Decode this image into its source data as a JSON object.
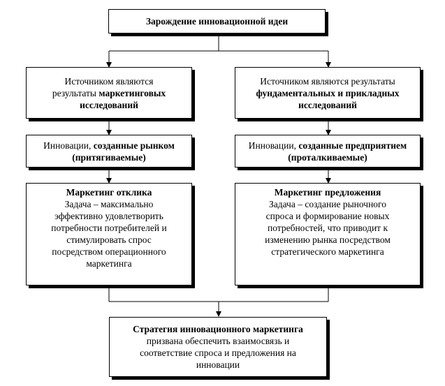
{
  "root": {
    "title": "Зарождение инновационной идеи"
  },
  "left": {
    "source": {
      "plain": "Источником являются",
      "pre": "результаты ",
      "bold": "маркетинговых исследований"
    },
    "innovation": {
      "pre": "Инновации, ",
      "bold": "созданные рынком (притягиваемые)"
    },
    "marketing": {
      "title": "Маркетинг отклика",
      "lines": [
        "Задача – максимально",
        "эффективно удовлетворить",
        "потребности потребителей и",
        "стимулировать спрос",
        "посредством операционного",
        "маркетинга"
      ]
    }
  },
  "right": {
    "source": {
      "plain": "Источником являются результаты",
      "bold": "фундаментальных и прикладных исследований"
    },
    "innovation": {
      "pre": "Инновации, ",
      "bold": "созданные предприятием (проталкиваемые)"
    },
    "marketing": {
      "title": "Маркетинг предложения",
      "lines": [
        "Задача – создание рыночного",
        "спроса и формирование новых",
        "потребностей, что приводит к",
        "изменению рынка посредством",
        "стратегического маркетинга"
      ]
    }
  },
  "bottom": {
    "title": "Стратегия инновационного маркетинга",
    "lines": [
      "призвана обеспечить взаимосвязь и",
      "соответствие спроса и предложения на",
      "инновации"
    ]
  }
}
